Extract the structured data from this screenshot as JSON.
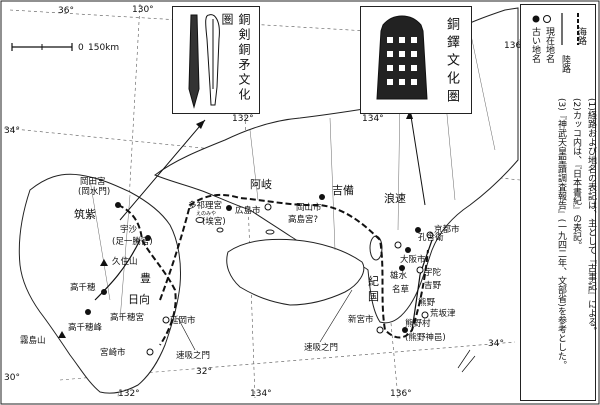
{
  "scale": {
    "zero": "0",
    "distance": "150km"
  },
  "coords": {
    "top_130": "130°",
    "top_136": "136°",
    "left_36": "36°",
    "left_34": "34°",
    "inner_132": "132°",
    "inner_134": "134°",
    "bot_132": "132°",
    "bot_134": "134°",
    "bot_136": "136°",
    "bot_30": "30°",
    "mid_32": "32°",
    "right_34": "34°"
  },
  "panels": {
    "bronze_sword": "銅剣銅矛文化圏",
    "bronze_bell": "銅鐸文化圏"
  },
  "regions": {
    "tsukushi": "筑紫",
    "toyo": "豊",
    "hyuga": "日向",
    "aki": "阿岐",
    "kibi": "吉備",
    "naniwa": "浪速",
    "kii": "紀",
    "kuni": "国"
  },
  "places": {
    "okada": "岡田宮",
    "okada_sub": "(岡水門)",
    "usa": "宇沙",
    "usa_sub": "(足一騰宮)",
    "kusumi": "久住山",
    "takachiho1": "高千穂",
    "takachiho2": "高千穂宮",
    "takachiho_peak": "高千穂峰",
    "kirishima": "霧島山",
    "nobeoka": "延岡市",
    "miyazaki": "宮崎市",
    "tagiri": "多祁理宮",
    "tagiri_sub": "(埃宮)",
    "tagiri_ruby": "えのみや",
    "hiroshima": "広島市",
    "takashima": "高島宮?",
    "okayama": "岡山市",
    "kusaka": "孔舎衛",
    "kyoto": "京都市",
    "oosaka": "大阪市",
    "uda": "宇陀",
    "kumano_kyo": "熊野",
    "oo": "雄水",
    "nagusa": "名草",
    "shingu": "新宮市",
    "kumano_village": "熊野村",
    "kumano_shrine": "(熊野神邑)",
    "arasaka": "荒坂津",
    "hayasui1": "速吸之門",
    "hayasui2": "速吸之門",
    "yoshino": "吉野"
  },
  "legend": {
    "sea": "海路",
    "land": "陸路",
    "current": "現在地名",
    "ancient": "古い地名"
  },
  "notes": [
    "(1)経路および地名の表記は、主として『古事記』による。",
    "(2)カッコ内は、『日本書紀』の表記。",
    "(3)『神武天皇聖蹟調査報告』(一九四二年、文部省)を参考とした。"
  ]
}
